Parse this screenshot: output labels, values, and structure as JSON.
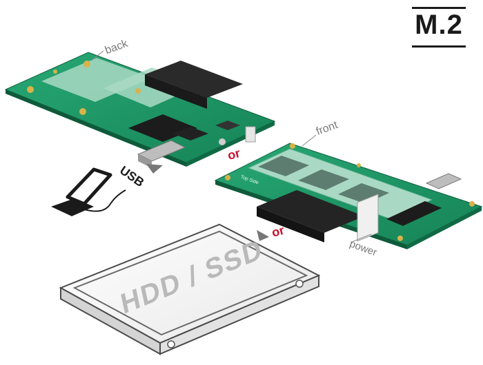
{
  "logo": {
    "text": "M.2"
  },
  "labels": {
    "back": "back",
    "front": "front",
    "usb": "USB",
    "or_top": "or",
    "or_bottom": "or",
    "power": "power",
    "drive": "HDD / SSD",
    "top_side": "Top Side"
  },
  "colors": {
    "pcb": "#1f9a6a",
    "pcb_dark": "#167a53",
    "accent_or": "#c8102e",
    "label_gray": "#7a7a7a",
    "drive_text": "#b9b9b9"
  }
}
